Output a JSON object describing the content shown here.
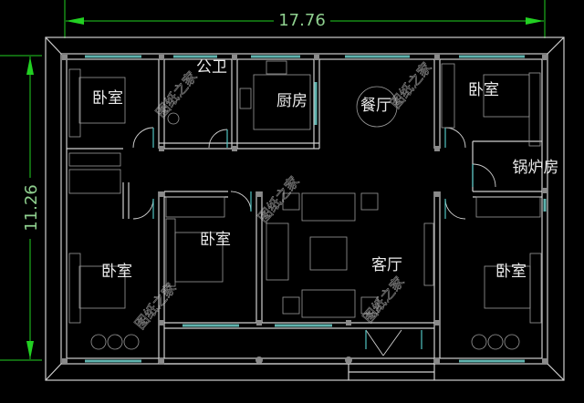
{
  "drawing": {
    "dimensions": {
      "width_label": "17.76",
      "height_label": "11.26"
    },
    "rooms": [
      {
        "name": "卧室"
      },
      {
        "name": "公卫"
      },
      {
        "name": "厨房"
      },
      {
        "name": "餐厅"
      },
      {
        "name": "卧室"
      },
      {
        "name": "锅炉房"
      },
      {
        "name": "卧室"
      },
      {
        "name": "卧室"
      },
      {
        "name": "客厅"
      },
      {
        "name": "卧室"
      }
    ],
    "watermark": "图纸之家",
    "colors": {
      "background": "#000000",
      "walls": "#cfcfcf",
      "windows": "#5fb3ae",
      "dimensions": "#22d022"
    }
  }
}
